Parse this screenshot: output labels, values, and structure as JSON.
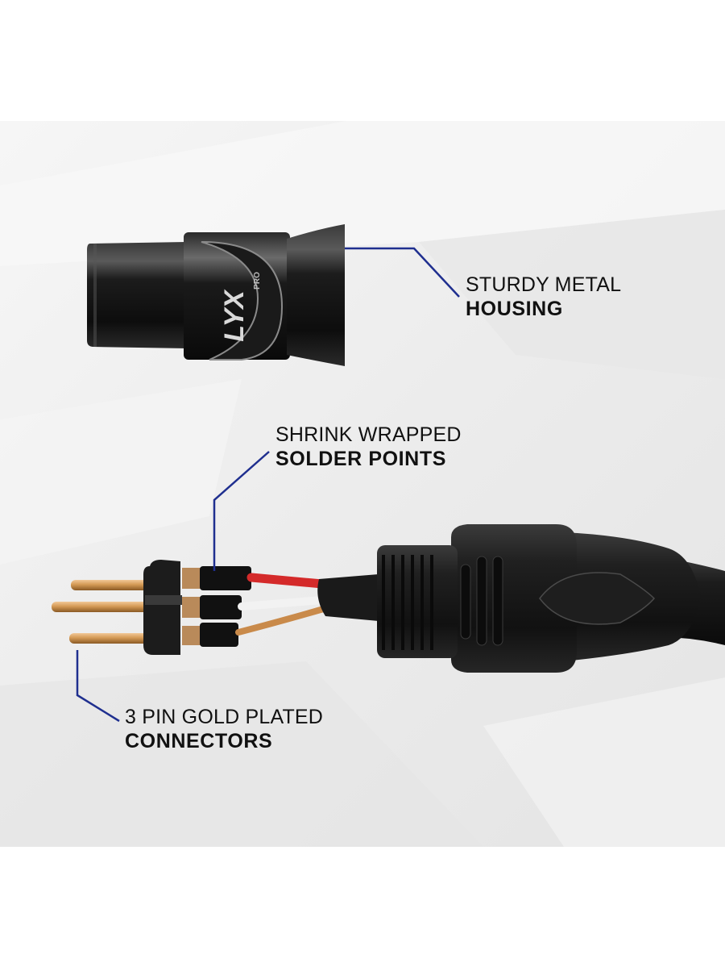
{
  "callouts": {
    "housing": {
      "line1": "STURDY METAL",
      "line2": "HOUSING"
    },
    "solder": {
      "line1": "SHRINK WRAPPED",
      "line2": "SOLDER POINTS"
    },
    "connectors": {
      "line1": "3 PIN GOLD PLATED",
      "line2": "CONNECTORS"
    }
  },
  "logo": {
    "brand": "LYX",
    "sub": "PRO"
  },
  "colors": {
    "callout_line": "#1f2f8f",
    "background": "#efefef",
    "gold_pin": "#d49a55",
    "connector_black": "#151515",
    "wire_red": "#d42a2a"
  }
}
